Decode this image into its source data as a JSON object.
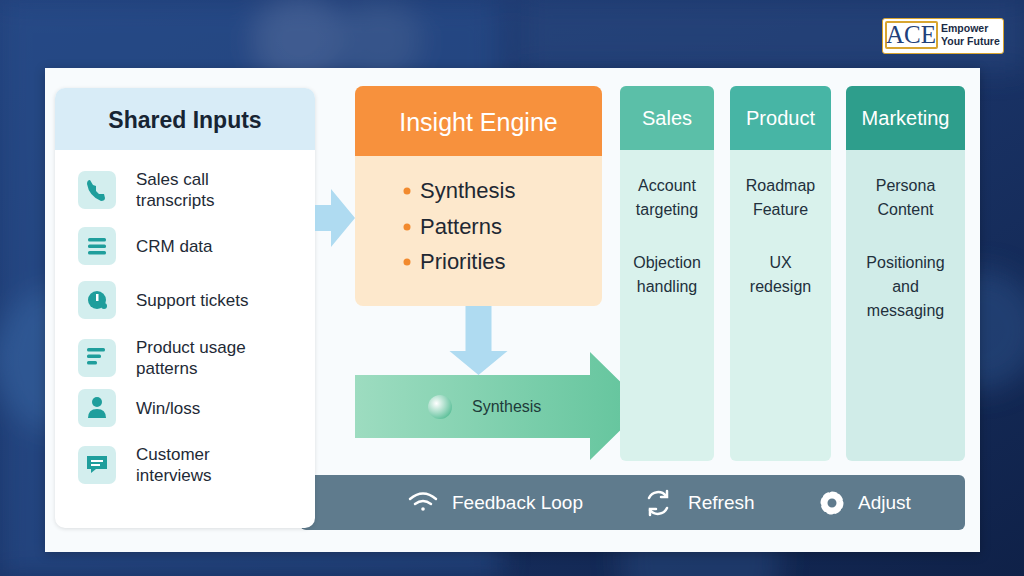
{
  "diagram": {
    "nodes": [
      {
        "text": [
          "Shared Inputs"
        ]
      },
      {
        "text": [
          "Sales call transcripts"
        ],
        "in": 0
      },
      {
        "text": [
          "CRM data"
        ],
        "in": 0
      },
      {
        "text": [
          "Support tickets"
        ],
        "in": 0
      },
      {
        "text": [
          "Product usage patterns"
        ],
        "in": 0
      },
      {
        "text": [
          "Win/loss"
        ],
        "in": 0
      },
      {
        "text": [
          "Customer interviews"
        ],
        "in": 0
      },
      {
        "text": [
          "Insight Engine",
          "Synthesis",
          "Patterns",
          "Priorities"
        ]
      },
      {
        "text": [
          "Synthesis"
        ]
      },
      {
        "text": [
          "Sales",
          "Account targeting",
          "Objection handling"
        ]
      },
      {
        "text": [
          "Product",
          "Roadmap Feature",
          "UX redesign"
        ]
      },
      {
        "text": [
          "Marketing",
          "Persona Content",
          "Positioning and messaging"
        ]
      },
      {
        "text": [
          "Feedback Loop",
          "Refresh",
          "Adjust"
        ]
      }
    ],
    "edges": [
      {
        "from": 0,
        "to": 7,
        "arrow": "to"
      },
      {
        "from": 7,
        "to": 8,
        "arrow": "to"
      }
    ],
    "labels": [
      "ACE",
      "Empower Your Future"
    ]
  }
}
